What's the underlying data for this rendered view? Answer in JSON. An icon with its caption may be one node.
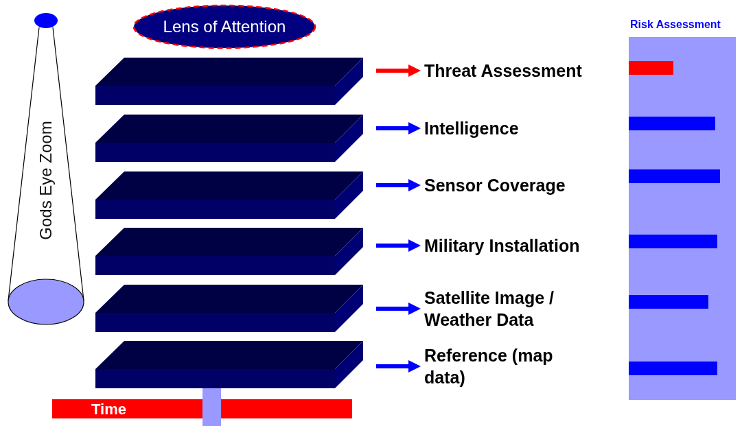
{
  "diagram": {
    "nodes": [
      {
        "text": [
          "Gods Eye Zoom"
        ]
      },
      {
        "text": [
          "Lens of Attention"
        ]
      },
      {
        "text": [
          "Risk Assessment"
        ]
      },
      {
        "text": [],
        "shape": "box"
      },
      {
        "text": [],
        "shape": "box"
      },
      {
        "text": [],
        "shape": "box"
      },
      {
        "text": [],
        "shape": "box"
      },
      {
        "text": [],
        "shape": "box"
      },
      {
        "text": [],
        "shape": "box"
      },
      {
        "text": [
          "Threat Assessment"
        ]
      },
      {
        "text": [
          "Intelligence"
        ]
      },
      {
        "text": [
          "Sensor Coverage"
        ]
      },
      {
        "text": [
          "Military Installation"
        ]
      },
      {
        "text": [
          "Satellite Image / Weather Data"
        ]
      },
      {
        "text": [
          "Reference (map data)"
        ]
      },
      {
        "text": [
          "Time"
        ]
      },
      {
        "text": [],
        "shape": "bar",
        "in": 2
      },
      {
        "text": [],
        "shape": "bar",
        "in": 2
      },
      {
        "text": [],
        "shape": "bar",
        "in": 2
      },
      {
        "text": [],
        "shape": "bar",
        "in": 2
      },
      {
        "text": [],
        "shape": "bar",
        "in": 2
      },
      {
        "text": [],
        "shape": "bar",
        "in": 2
      }
    ],
    "edges": [
      {
        "from": null,
        "to": 9,
        "arrow": "to",
        "color": "#ff0000"
      },
      {
        "from": null,
        "to": 10,
        "arrow": "to"
      },
      {
        "from": null,
        "to": 11,
        "arrow": "to"
      },
      {
        "from": null,
        "to": 12,
        "arrow": "to"
      },
      {
        "from": null,
        "to": 13,
        "arrow": "to"
      },
      {
        "from": null,
        "to": 14,
        "arrow": "to"
      }
    ]
  }
}
